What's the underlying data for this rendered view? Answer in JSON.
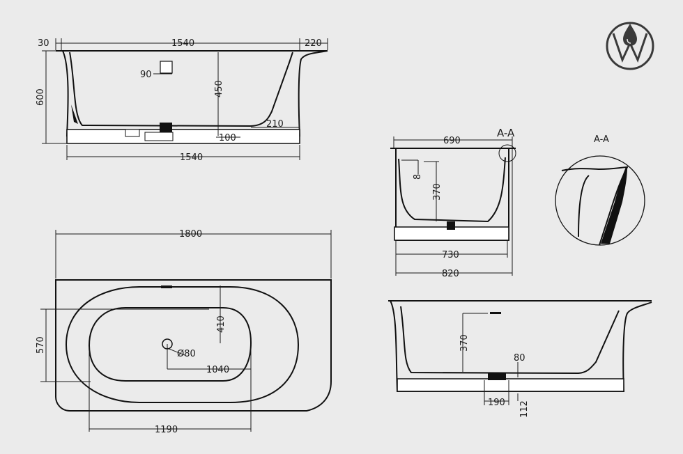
{
  "logo": {
    "icon": "water-drop-w-logo-icon",
    "color": "#3a3a3a"
  },
  "section_label_main": "A-A",
  "section_label_detail": "A-A",
  "dims": {
    "top_rim_left": "30",
    "top_length": "1540",
    "top_rim_right": "220",
    "overflow": "90",
    "depth": "450",
    "height": "600",
    "base_offset": "210",
    "base_height": "100",
    "base_length": "1540",
    "section_inner_width": "690",
    "overflow_small": "8",
    "section_depth": "370",
    "section_base_width": "730",
    "section_total_width": "820",
    "plan_length": "1800",
    "plan_width": "570",
    "plan_drain_offset": "410",
    "plan_drain_diameter": "Ø80",
    "plan_inner_length": "1040",
    "plan_outer_inner_length": "1190",
    "side_depth": "370",
    "side_drain_offset": "80",
    "side_drain_width": "190",
    "side_drain_height": "112"
  }
}
